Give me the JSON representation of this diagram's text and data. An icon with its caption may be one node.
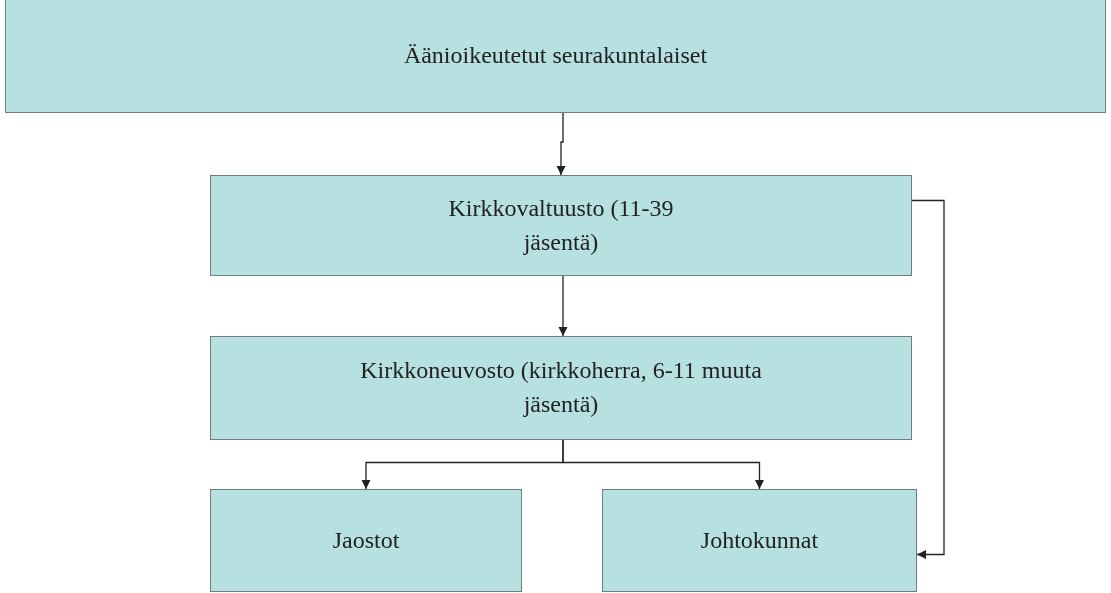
{
  "diagram": {
    "nodes": [
      {
        "text": [
          "Äänioikeutetut seurakuntalaiset"
        ]
      },
      {
        "text": [
          "Kirkkovaltuusto (11-39 jäsentä)"
        ]
      },
      {
        "text": [
          "Kirkkoneuvosto (kirkkoherra, 6-11 muuta jäsentä)"
        ]
      },
      {
        "text": [
          "Jaostot"
        ]
      },
      {
        "text": [
          "Johtokunnat"
        ]
      }
    ],
    "edges": [
      {
        "from": 0,
        "to": 1,
        "arrow": "to"
      },
      {
        "from": 1,
        "to": 2,
        "arrow": "to"
      },
      {
        "from": 2,
        "to": 3,
        "arrow": "to"
      },
      {
        "from": 2,
        "to": 4,
        "arrow": "to"
      },
      {
        "from": 1,
        "to": 4,
        "arrow": "to"
      }
    ]
  }
}
